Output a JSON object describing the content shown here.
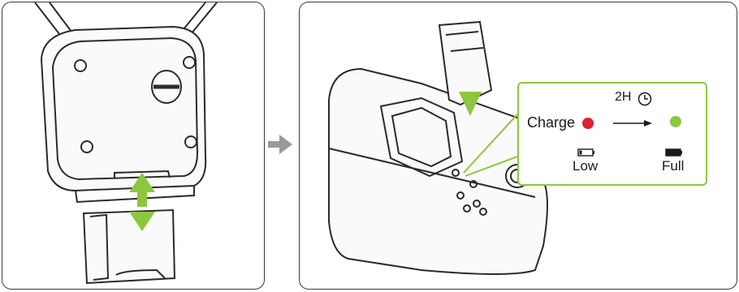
{
  "legend": {
    "charge_label": "Charge",
    "duration_label": "2H",
    "low_label": "Low",
    "full_label": "Full"
  },
  "colors": {
    "accent_green": "#8dc63f",
    "charging_red": "#e0202e",
    "full_green": "#8dc63f",
    "outline": "#3a3a3a"
  },
  "icons": [
    "clock-icon",
    "battery-low-icon",
    "battery-full-icon",
    "arrow-right-icon",
    "double-arrow-icon"
  ]
}
